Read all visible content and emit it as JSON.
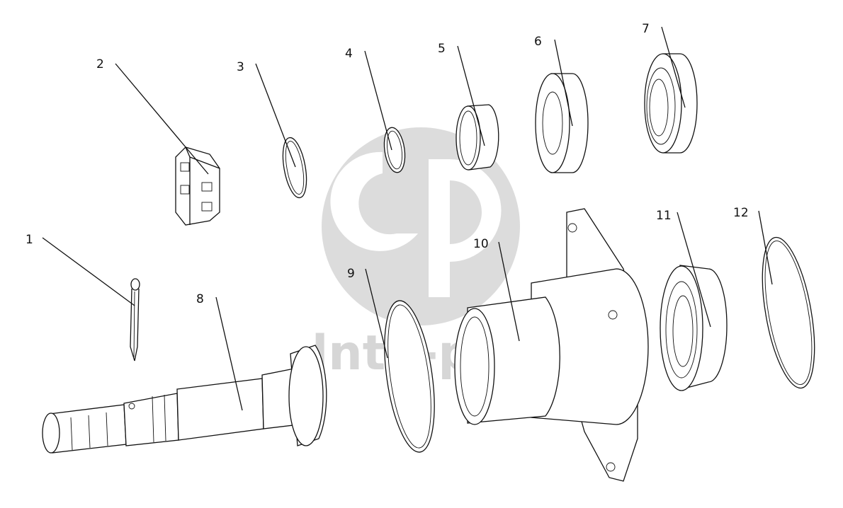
{
  "watermark": {
    "text": "lnta-parts",
    "logo": "gp-logo",
    "color": "#d6d6d6"
  },
  "callouts": [
    {
      "id": "label-1",
      "text": "1"
    },
    {
      "id": "label-2",
      "text": "2"
    },
    {
      "id": "label-3",
      "text": "3"
    },
    {
      "id": "label-4",
      "text": "4"
    },
    {
      "id": "label-5",
      "text": "5"
    },
    {
      "id": "label-6",
      "text": "6"
    },
    {
      "id": "label-7",
      "text": "7"
    },
    {
      "id": "label-8",
      "text": "8"
    },
    {
      "id": "label-9",
      "text": "9"
    },
    {
      "id": "label-10",
      "text": "10"
    },
    {
      "id": "label-11",
      "text": "11"
    },
    {
      "id": "label-12",
      "text": "12"
    }
  ]
}
